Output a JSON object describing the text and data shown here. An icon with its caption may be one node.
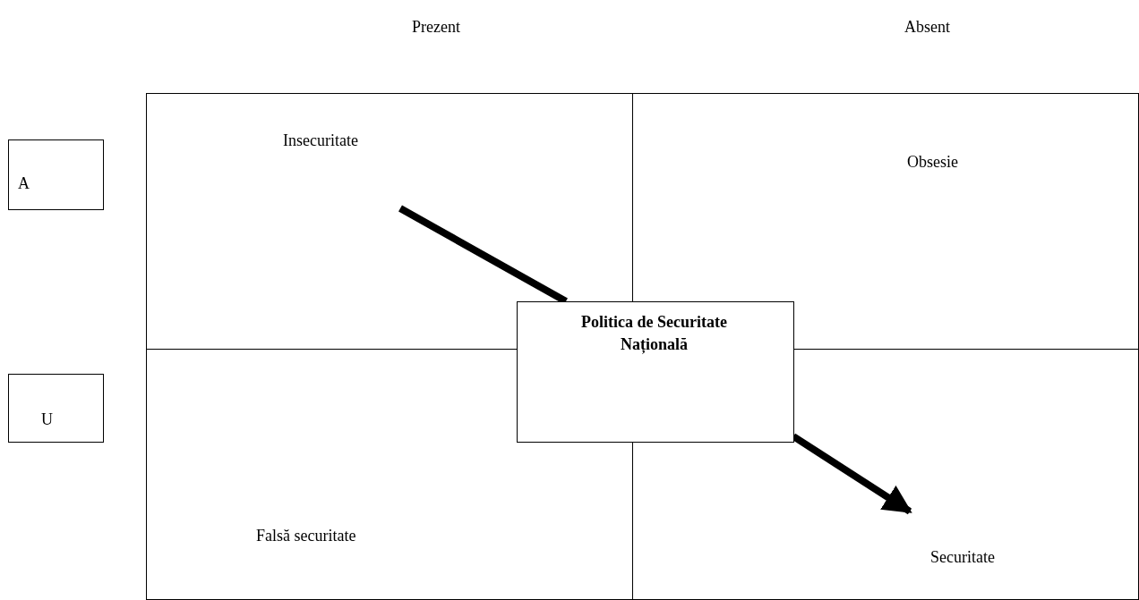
{
  "diagram": {
    "nodes": [
      {
        "text": [
          "Insecuritate"
        ]
      },
      {
        "text": [
          "Obsesie"
        ]
      },
      {
        "text": [
          "Falsă securitate"
        ]
      },
      {
        "text": [
          "Securitate"
        ]
      },
      {
        "text": [
          "Politica de Securitate Națională"
        ]
      },
      {
        "text": [
          "A"
        ]
      },
      {
        "text": [
          "U"
        ]
      }
    ],
    "edges": [
      {
        "from": 0,
        "to": 4,
        "arrow": "none"
      },
      {
        "from": 4,
        "to": 3,
        "arrow": "to"
      }
    ],
    "labels": [
      "Prezent",
      "Absent"
    ]
  }
}
